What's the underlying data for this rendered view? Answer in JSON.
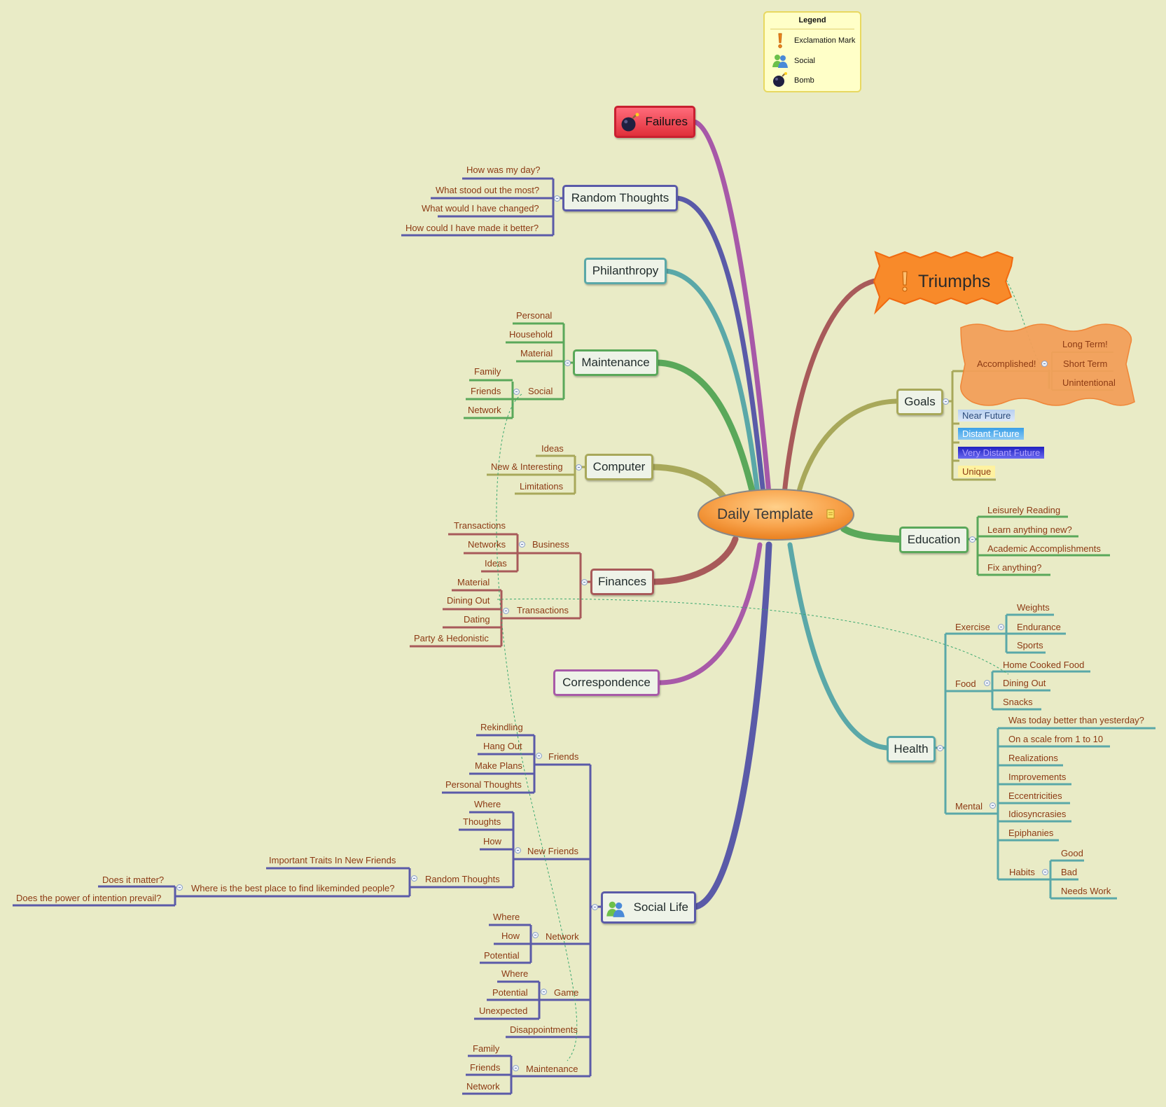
{
  "legend": {
    "title": "Legend",
    "items": [
      {
        "icon": "exclamation-icon",
        "label": "Exclamation Mark"
      },
      {
        "icon": "social-icon",
        "label": "Social"
      },
      {
        "icon": "bomb-icon",
        "label": "Bomb"
      }
    ]
  },
  "central": {
    "label": "Daily Template",
    "icon": "note-icon"
  },
  "topics": {
    "failures": "Failures",
    "random_thoughts": "Random Thoughts",
    "philanthropy": "Philanthropy",
    "maintenance": "Maintenance",
    "computer": "Computer",
    "finances": "Finances",
    "correspondence": "Correspondence",
    "social_life": "Social Life",
    "triumphs": "Triumphs",
    "goals": "Goals",
    "education": "Education",
    "health": "Health"
  },
  "random_thoughts": [
    "How was my day?",
    "What stood out the most?",
    "What would I have changed?",
    "How could I have made it better?"
  ],
  "maintenance": {
    "items": [
      "Personal",
      "Household",
      "Material"
    ],
    "social": {
      "label": "Social",
      "items": [
        "Family",
        "Friends",
        "Network"
      ]
    }
  },
  "computer": [
    "Ideas",
    "New & Interesting",
    "Limitations"
  ],
  "finances": {
    "business": {
      "label": "Business",
      "items": [
        "Transactions",
        "Networks",
        "Ideas"
      ]
    },
    "transactions": {
      "label": "Transactions",
      "items": [
        "Material",
        "Dining Out",
        "Dating",
        "Party & Hedonistic"
      ]
    }
  },
  "social_life": {
    "friends": {
      "label": "Friends",
      "items": [
        "Rekindling",
        "Hang Out",
        "Make Plans",
        "Personal Thoughts"
      ]
    },
    "new_friends": {
      "label": "New Friends",
      "items": [
        "Where",
        "Thoughts",
        "How"
      ],
      "random_thoughts": {
        "label": "Random Thoughts",
        "important": "Important Traits In New Friends",
        "where_best": "Where is the best place to find likeminded people?",
        "does_it_matter": "Does it matter?",
        "power": "Does the power of intention prevail?"
      }
    },
    "network": {
      "label": "Network",
      "items": [
        "Where",
        "How",
        "Potential"
      ]
    },
    "game": {
      "label": "Game",
      "items": [
        "Where",
        "Potential",
        "Unexpected"
      ]
    },
    "disappointments": "Disappointments",
    "maintenance": {
      "label": "Maintenance",
      "items": [
        "Family",
        "Friends",
        "Network"
      ]
    }
  },
  "goals": {
    "accomplished": {
      "label": "Accomplished!",
      "items": [
        "Long Term!",
        "Short Term",
        "Unintentional"
      ]
    },
    "near_future": "Near Future",
    "distant_future": "Distant Future",
    "very_distant_future": "Very Distant Future",
    "unique": "Unique"
  },
  "education": [
    "Leisurely Reading",
    "Learn anything new?",
    "Academic Accomplishments",
    "Fix anything?"
  ],
  "health": {
    "exercise": {
      "label": "Exercise",
      "items": [
        "Weights",
        "Endurance",
        "Sports"
      ]
    },
    "food": {
      "label": "Food",
      "items": [
        "Home Cooked Food",
        "Dining Out",
        "Snacks"
      ]
    },
    "mental": {
      "label": "Mental",
      "items": [
        "Was today better than yesterday?",
        "On a scale from 1 to 10",
        "Realizations",
        "Improvements",
        "Eccentricities",
        "Idiosyncrasies",
        "Epiphanies"
      ],
      "habits": {
        "label": "Habits",
        "items": [
          "Good",
          "Bad",
          "Needs Work"
        ]
      }
    }
  },
  "colors": {
    "background": "#e9ebc6",
    "failures": "#a758a8",
    "random_thoughts": "#5a5aa8",
    "philanthropy": "#5aa8a8",
    "maintenance": "#5aa85a",
    "computer": "#a8a85a",
    "finances": "#a85a5a",
    "correspondence": "#a85aa8",
    "social_life": "#5a5aa8",
    "triumphs": "#a85a5a",
    "goals": "#a8a85a",
    "education": "#5aa85a",
    "health": "#5aa8a8",
    "label_text": "#8c3a14"
  }
}
